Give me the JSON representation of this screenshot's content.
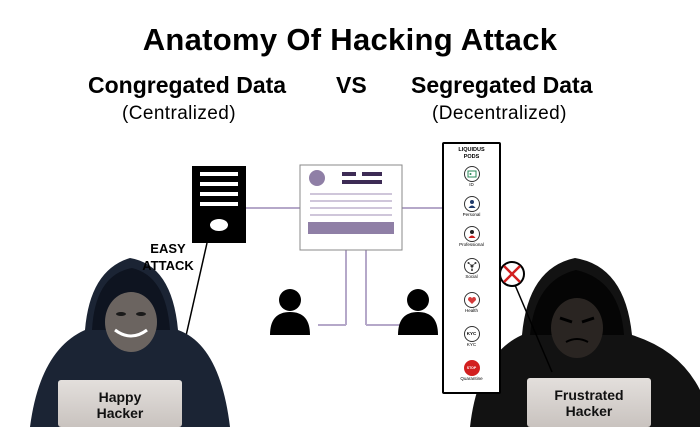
{
  "title": "Anatomy Of Hacking Attack",
  "left": {
    "heading": "Congregated Data",
    "subheading": "(Centralized)"
  },
  "vs": "VS",
  "right": {
    "heading": "Segregated Data",
    "subheading": "(Decentralized)"
  },
  "easy_attack": [
    "EASY",
    "ATTACK"
  ],
  "pods": {
    "title": [
      "LIQUIDUS",
      "PODS"
    ],
    "items": [
      {
        "label": "ID",
        "icon": "id-card-icon"
      },
      {
        "label": "Personal",
        "icon": "person-icon"
      },
      {
        "label": "Professional",
        "icon": "professional-icon"
      },
      {
        "label": "Social",
        "icon": "social-network-icon"
      },
      {
        "label": "Health",
        "icon": "health-icon"
      },
      {
        "label": "KYC",
        "icon": "kyc-icon",
        "text": "KYC"
      },
      {
        "label": "Quarantine",
        "icon": "stop-sign-icon",
        "text": "STOP"
      }
    ]
  },
  "happy_hacker": {
    "label": [
      "Happy",
      "Hacker"
    ]
  },
  "frustrated_hacker": {
    "label": [
      "Frustrated",
      "Hacker"
    ]
  },
  "colors": {
    "connector": "#b5a8c9",
    "document_band": "#8f7fa6",
    "document_bar": "#3d2b55",
    "blocked": "#d21f1f"
  }
}
